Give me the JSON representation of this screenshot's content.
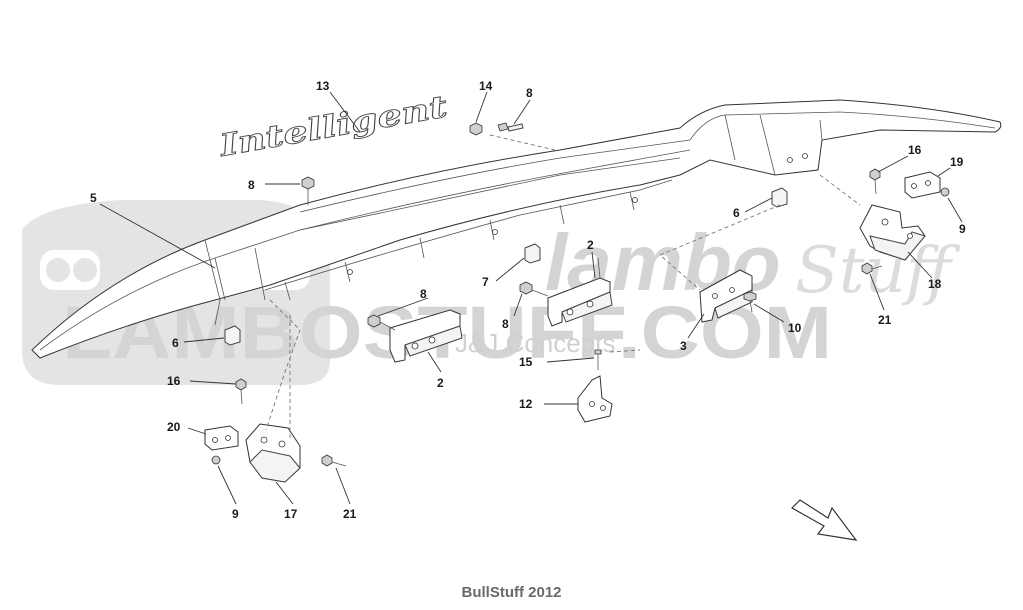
{
  "watermark": {
    "logo_text": "LAMBOSTUFF.COM",
    "brand_script": "lambo",
    "brand_script_2": "Stuff",
    "subtitle": "J&J Concepts"
  },
  "emblem_text": "Intelligent",
  "callouts": {
    "c13": "13",
    "c14": "14",
    "c8a": "8",
    "c8b": "8",
    "c5": "5",
    "c6a": "6",
    "c16a": "16",
    "c19": "19",
    "c9a": "9",
    "c2a": "2",
    "c7": "7",
    "c8c": "8",
    "c8d": "8",
    "c10": "10",
    "c18": "18",
    "c21a": "21",
    "c3": "3",
    "c6b": "6",
    "c2b": "2",
    "c15": "15",
    "c12": "12",
    "c16b": "16",
    "c20": "20",
    "c9b": "9",
    "c17": "17",
    "c21b": "21"
  },
  "footer": {
    "credit": "BullStuff 2012"
  }
}
